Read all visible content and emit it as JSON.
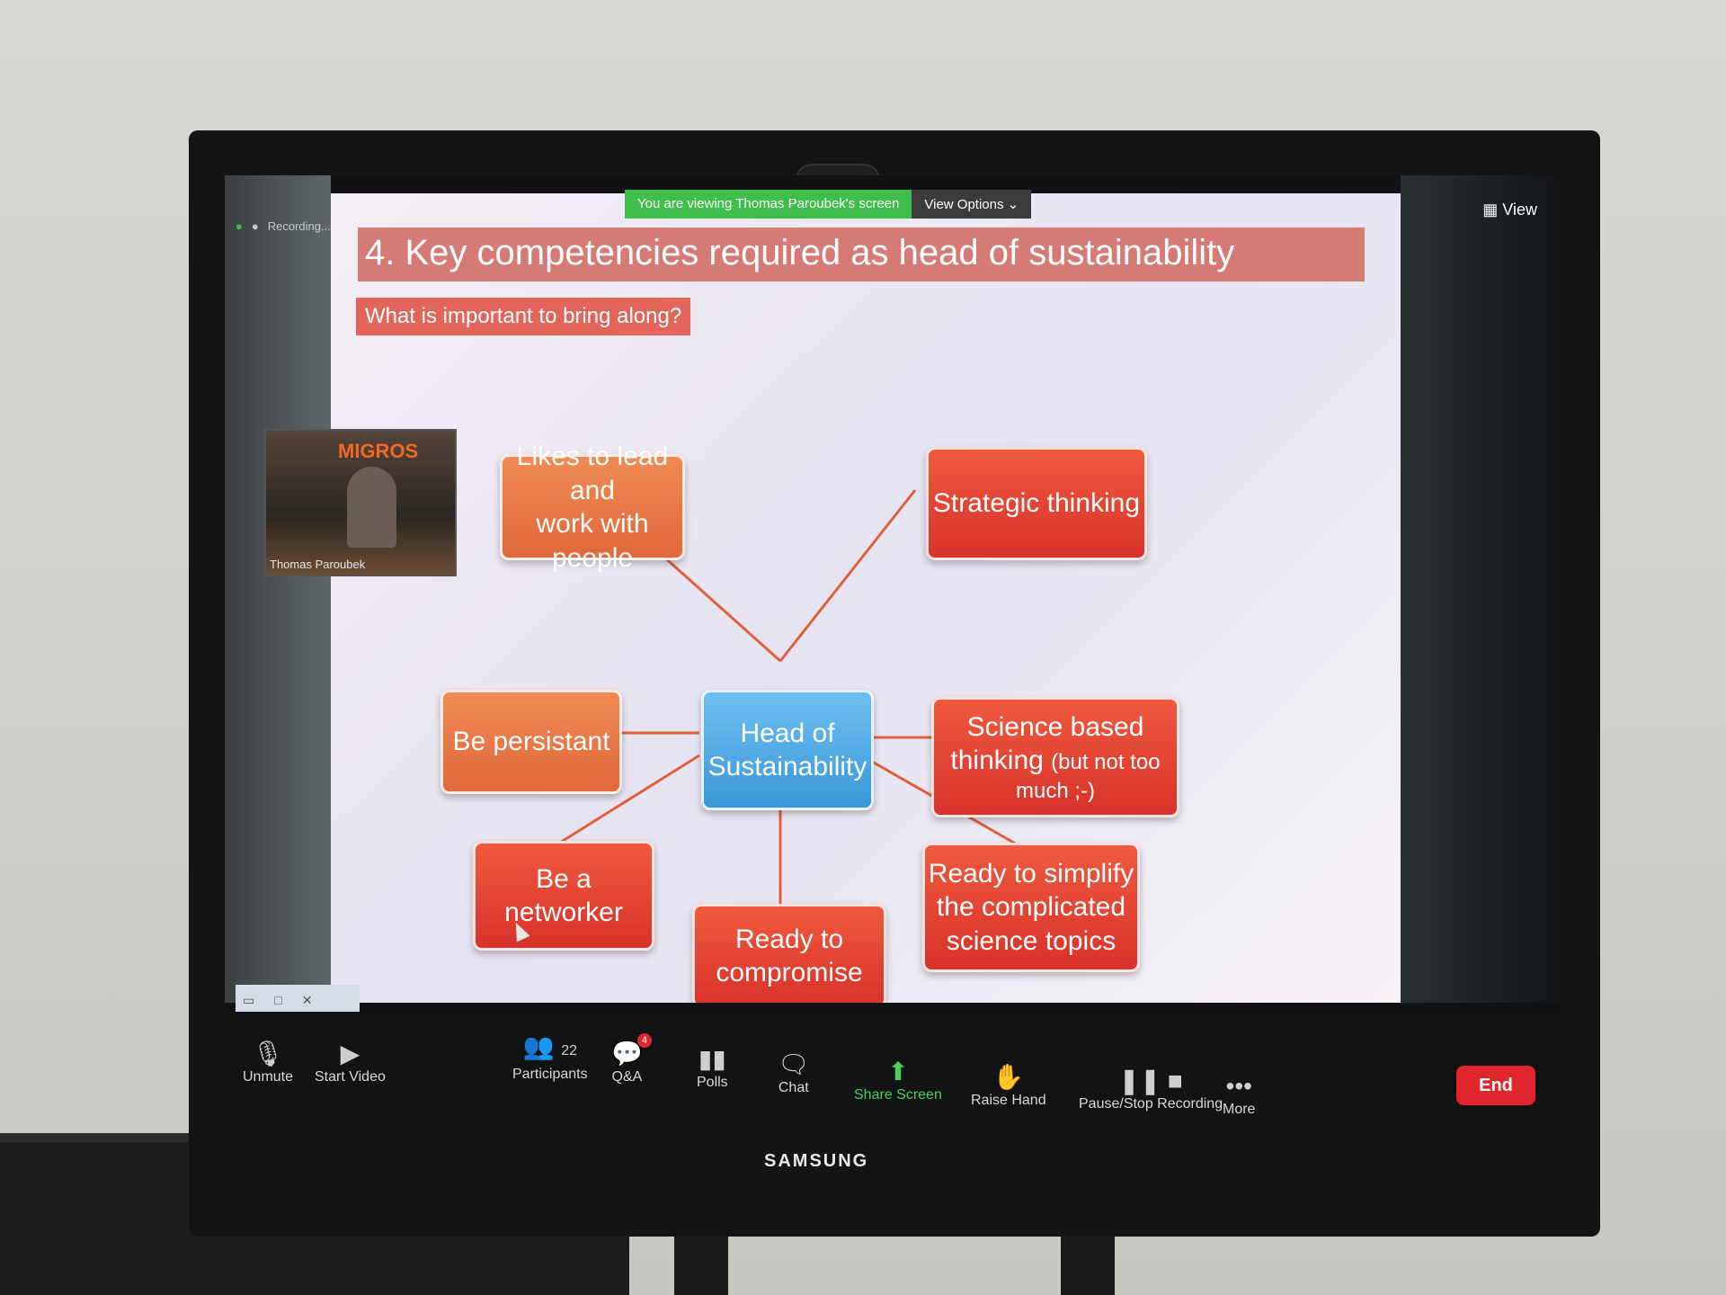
{
  "banner": {
    "viewing": "You are viewing Thomas Paroubek's screen",
    "view_options": "View Options ⌄"
  },
  "recording": {
    "label": "Recording...",
    "pause_icon": "pause-icon",
    "stop_icon": "stop-icon"
  },
  "view_button": "View",
  "slide": {
    "title": "4. Key competencies required as head of sustainability",
    "subtitle": "What is important to bring along?",
    "center": {
      "line1": "Head of",
      "line2": "Sustainability"
    },
    "nodes": {
      "lead": {
        "line1": "Likes to lead and",
        "line2": "work with people"
      },
      "strategic": "Strategic thinking",
      "persistant": "Be persistant",
      "science": {
        "line1": "Science based",
        "line2": "thinking",
        "note1": "(but not too",
        "note2": "much ;-)"
      },
      "networker": "Be a networker",
      "compromise": {
        "line1": "Ready to",
        "line2": "compromise"
      },
      "simplify": {
        "line1": "Ready to simplify",
        "line2": "the complicated",
        "line3": "science topics"
      }
    }
  },
  "thumbnail": {
    "brand": "MIGROS",
    "name": "Thomas Paroubek"
  },
  "toolbar": {
    "unmute": "Unmute",
    "start_video": "Start Video",
    "participants": "Participants",
    "participants_count": "22",
    "qa": "Q&A",
    "qa_badge": "4",
    "polls": "Polls",
    "chat": "Chat",
    "share_screen": "Share Screen",
    "raise_hand": "Raise Hand",
    "pause_stop_recording": "Pause/Stop Recording",
    "more": "More",
    "end": "End"
  },
  "tv_brand": "SAMSUNG",
  "colors": {
    "accent_green": "#3fbe4b",
    "end_red": "#e0252d",
    "node_red": "#e0402f",
    "node_orange": "#e87447",
    "node_blue": "#4aa7e3"
  }
}
